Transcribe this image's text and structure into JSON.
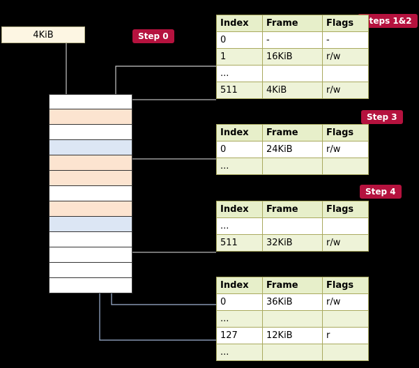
{
  "diagram": {
    "address_box": {
      "label": "4KiB"
    },
    "steps": [
      {
        "id": "step0",
        "label": "Step 0"
      },
      {
        "id": "steps12",
        "label": "Steps 1&2"
      },
      {
        "id": "step3",
        "label": "Step 3"
      },
      {
        "id": "step4",
        "label": "Step 4"
      }
    ],
    "tables": [
      {
        "id": "table-1",
        "columns": [
          "Index",
          "Frame",
          "Flags"
        ],
        "rows": [
          [
            "0",
            "-",
            "-"
          ],
          [
            "1",
            "16KiB",
            "r/w"
          ],
          [
            "...",
            "",
            ""
          ],
          [
            "511",
            "4KiB",
            "r/w"
          ]
        ]
      },
      {
        "id": "table-2",
        "columns": [
          "Index",
          "Frame",
          "Flags"
        ],
        "rows": [
          [
            "0",
            "24KiB",
            "r/w"
          ],
          [
            "...",
            "",
            ""
          ]
        ]
      },
      {
        "id": "table-3",
        "columns": [
          "Index",
          "Frame",
          "Flags"
        ],
        "rows": [
          [
            "...",
            "",
            ""
          ],
          [
            "511",
            "32KiB",
            "r/w"
          ]
        ]
      },
      {
        "id": "table-4",
        "columns": [
          "Index",
          "Frame",
          "Flags"
        ],
        "rows": [
          [
            "0",
            "36KiB",
            "r/w"
          ],
          [
            "...",
            "",
            ""
          ],
          [
            "127",
            "12KiB",
            "r"
          ],
          [
            "...",
            "",
            ""
          ]
        ]
      }
    ],
    "memory_rows": [
      {
        "fill": "white"
      },
      {
        "fill": "orange"
      },
      {
        "fill": "white"
      },
      {
        "fill": "blue"
      },
      {
        "fill": "orange"
      },
      {
        "fill": "orange"
      },
      {
        "fill": "white"
      },
      {
        "fill": "orange"
      },
      {
        "fill": "blue"
      },
      {
        "fill": "white"
      },
      {
        "fill": "white"
      },
      {
        "fill": "white"
      },
      {
        "fill": "white"
      }
    ],
    "colors": {
      "step_badge": "#b5123e",
      "table_header": "#e7efca",
      "table_alt_row": "#eef3d8",
      "table_border": "#a9a95e",
      "addr_box": "#fdf6e3",
      "mem_orange": "#fce4d0",
      "mem_blue": "#dce6f4",
      "arrow": "#c9c9c9",
      "background": "#000000"
    }
  }
}
